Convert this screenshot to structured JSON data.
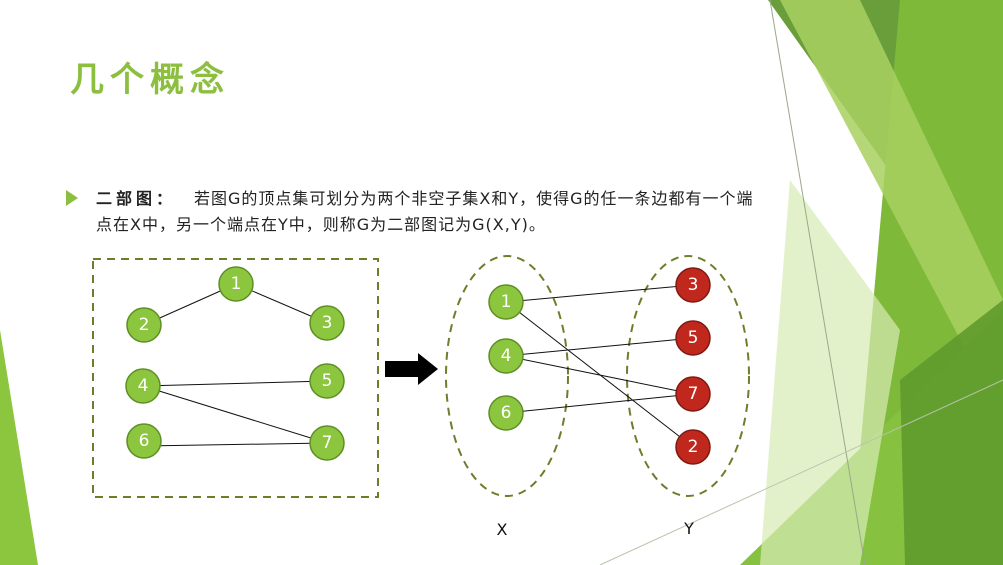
{
  "slide": {
    "title": "几个概念",
    "bullet": {
      "term": "二部图：",
      "text": "若图G的顶点集可划分为两个非空子集X和Y，使得G的任一条边都有一个端点在X中，另一个端点在Y中，则称G为二部图记为G(X,Y)。"
    },
    "colors": {
      "accent": "#8cbf3f",
      "green_node": "#8cc63f",
      "red_node": "#c0281e",
      "dash": "#6b7f2a"
    }
  },
  "diagram": {
    "left_graph": {
      "nodes": [
        "1",
        "2",
        "3",
        "4",
        "5",
        "6",
        "7"
      ],
      "edges": [
        [
          "1",
          "2"
        ],
        [
          "1",
          "3"
        ],
        [
          "4",
          "5"
        ],
        [
          "4",
          "7"
        ],
        [
          "6",
          "7"
        ]
      ]
    },
    "arrow_icon": "right-arrow-icon",
    "right_graph": {
      "x_set": [
        "1",
        "4",
        "6"
      ],
      "y_set": [
        "3",
        "5",
        "7",
        "2"
      ],
      "edges": [
        [
          "1",
          "3"
        ],
        [
          "1",
          "2"
        ],
        [
          "4",
          "5"
        ],
        [
          "4",
          "7"
        ],
        [
          "6",
          "7"
        ]
      ],
      "x_label": "X",
      "y_label": "Y"
    }
  }
}
